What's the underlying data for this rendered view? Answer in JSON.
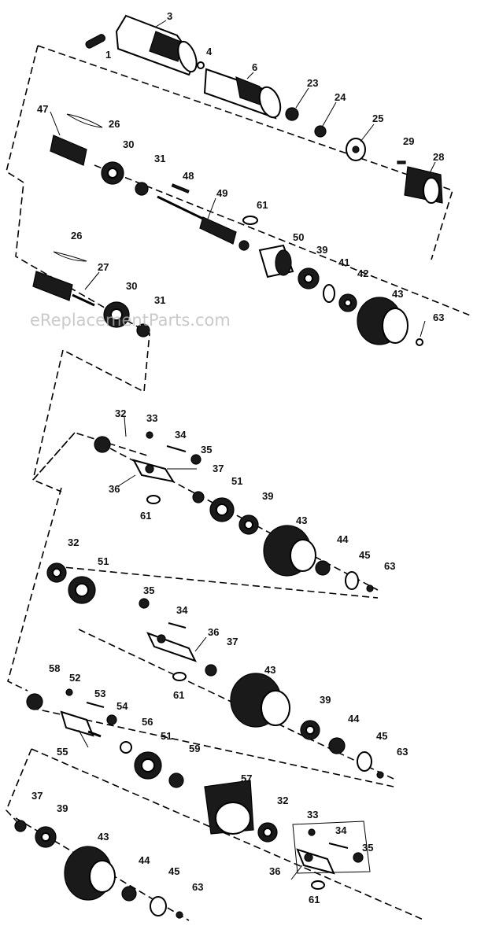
{
  "watermark": "eReplacementParts.com",
  "parts": [
    {
      "id": "p1",
      "label": "1"
    },
    {
      "id": "p3",
      "label": "3"
    },
    {
      "id": "p4",
      "label": "4"
    },
    {
      "id": "p6",
      "label": "6"
    },
    {
      "id": "p23",
      "label": "23"
    },
    {
      "id": "p24",
      "label": "24"
    },
    {
      "id": "p25",
      "label": "25"
    },
    {
      "id": "p29",
      "label": "29"
    },
    {
      "id": "p28",
      "label": "28"
    },
    {
      "id": "p47",
      "label": "47"
    },
    {
      "id": "p26a",
      "label": "26"
    },
    {
      "id": "p30a",
      "label": "30"
    },
    {
      "id": "p31a",
      "label": "31"
    },
    {
      "id": "p48",
      "label": "48"
    },
    {
      "id": "p49",
      "label": "49"
    },
    {
      "id": "p61a",
      "label": "61"
    },
    {
      "id": "p50",
      "label": "50"
    },
    {
      "id": "p39a",
      "label": "39"
    },
    {
      "id": "p41",
      "label": "41"
    },
    {
      "id": "p42",
      "label": "42"
    },
    {
      "id": "p43a",
      "label": "43"
    },
    {
      "id": "p63a",
      "label": "63"
    },
    {
      "id": "p26b",
      "label": "26"
    },
    {
      "id": "p27",
      "label": "27"
    },
    {
      "id": "p30b",
      "label": "30"
    },
    {
      "id": "p31b",
      "label": "31"
    },
    {
      "id": "p32a",
      "label": "32"
    },
    {
      "id": "p33a",
      "label": "33"
    },
    {
      "id": "p34a",
      "label": "34"
    },
    {
      "id": "p35a",
      "label": "35"
    },
    {
      "id": "p37a",
      "label": "37"
    },
    {
      "id": "p36a",
      "label": "36"
    },
    {
      "id": "p51a",
      "label": "51"
    },
    {
      "id": "p39b",
      "label": "39"
    },
    {
      "id": "p61b",
      "label": "61"
    },
    {
      "id": "p43b",
      "label": "43"
    },
    {
      "id": "p44a",
      "label": "44"
    },
    {
      "id": "p45a",
      "label": "45"
    },
    {
      "id": "p63b",
      "label": "63"
    },
    {
      "id": "p32b",
      "label": "32"
    },
    {
      "id": "p51b",
      "label": "51"
    },
    {
      "id": "p35b",
      "label": "35"
    },
    {
      "id": "p34b",
      "label": "34"
    },
    {
      "id": "p36b",
      "label": "36"
    },
    {
      "id": "p37b",
      "label": "37"
    },
    {
      "id": "p43c",
      "label": "43"
    },
    {
      "id": "p61c",
      "label": "61"
    },
    {
      "id": "p58",
      "label": "58"
    },
    {
      "id": "p52",
      "label": "52"
    },
    {
      "id": "p53",
      "label": "53"
    },
    {
      "id": "p54",
      "label": "54"
    },
    {
      "id": "p55",
      "label": "55"
    },
    {
      "id": "p56",
      "label": "56"
    },
    {
      "id": "p51c",
      "label": "51"
    },
    {
      "id": "p59",
      "label": "59"
    },
    {
      "id": "p39c",
      "label": "39"
    },
    {
      "id": "p44b",
      "label": "44"
    },
    {
      "id": "p45b",
      "label": "45"
    },
    {
      "id": "p63c",
      "label": "63"
    },
    {
      "id": "p57",
      "label": "57"
    },
    {
      "id": "p32c",
      "label": "32"
    },
    {
      "id": "p33b",
      "label": "33"
    },
    {
      "id": "p34c",
      "label": "34"
    },
    {
      "id": "p35c",
      "label": "35"
    },
    {
      "id": "p36c",
      "label": "36"
    },
    {
      "id": "p61d",
      "label": "61"
    },
    {
      "id": "p37c",
      "label": "37"
    },
    {
      "id": "p39d",
      "label": "39"
    },
    {
      "id": "p43d",
      "label": "43"
    },
    {
      "id": "p44c",
      "label": "44"
    },
    {
      "id": "p45c",
      "label": "45"
    },
    {
      "id": "p63d",
      "label": "63"
    }
  ]
}
